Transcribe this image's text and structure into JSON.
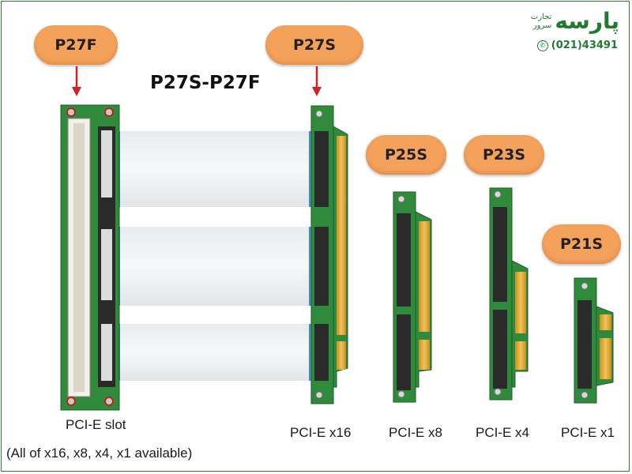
{
  "labels": {
    "p27f": "P27F",
    "p27s": "P27S",
    "p25s": "P25S",
    "p23s": "P23S",
    "p21s": "P21S"
  },
  "title": "P27S-P27F",
  "captions": {
    "slot_line1": "PCI-E slot",
    "slot_line2": "(All of x16, x8, x4, x1 available)",
    "x16": "PCI-E x16",
    "x8": "PCI-E x8",
    "x4": "PCI-E x4",
    "x1": "PCI-E x1"
  },
  "logo": {
    "name": "پارسه",
    "sub1": "تجارت",
    "sub2": "سرور",
    "phone": "(021)43491"
  },
  "colors": {
    "pill": "#f4a15c",
    "pcb": "#2f8a3c",
    "gold": "#d9a936",
    "arrow": "#d42020",
    "brand": "#1f7a32"
  }
}
